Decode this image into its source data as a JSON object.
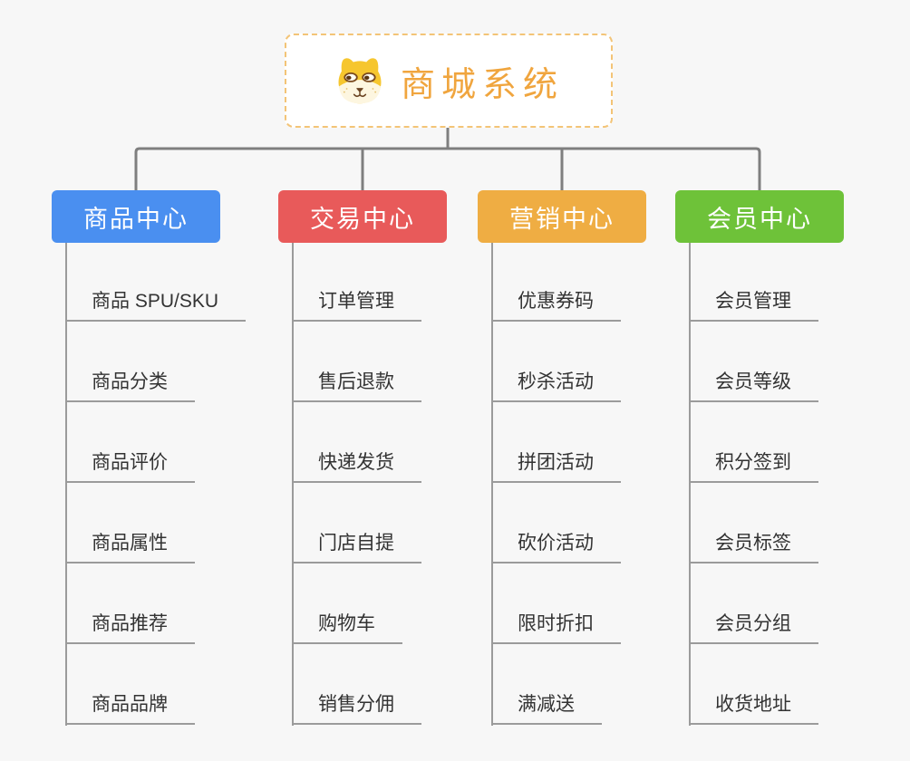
{
  "root": {
    "title": "商城系统",
    "icon": "dog-face-icon"
  },
  "branches": [
    {
      "label": "商品中心",
      "color": "#4A8FF0",
      "children": [
        "商品 SPU/SKU",
        "商品分类",
        "商品评价",
        "商品属性",
        "商品推荐",
        "商品品牌"
      ]
    },
    {
      "label": "交易中心",
      "color": "#E85A5A",
      "children": [
        "订单管理",
        "售后退款",
        "快递发货",
        "门店自提",
        "购物车",
        "销售分佣"
      ]
    },
    {
      "label": "营销中心",
      "color": "#EFAD43",
      "children": [
        "优惠券码",
        "秒杀活动",
        "拼团活动",
        "砍价活动",
        "限时折扣",
        "满减送"
      ]
    },
    {
      "label": "会员中心",
      "color": "#6EC239",
      "children": [
        "会员管理",
        "会员等级",
        "积分签到",
        "会员标签",
        "会员分组",
        "收货地址"
      ]
    }
  ],
  "colors": {
    "root_accent": "#F0A53E",
    "root_border": "#F3C477",
    "connector_line": "#7F7F7F",
    "leaf_line": "#9B9B9B",
    "leaf_text": "#333333",
    "canvas_background": "#F7F7F7"
  }
}
